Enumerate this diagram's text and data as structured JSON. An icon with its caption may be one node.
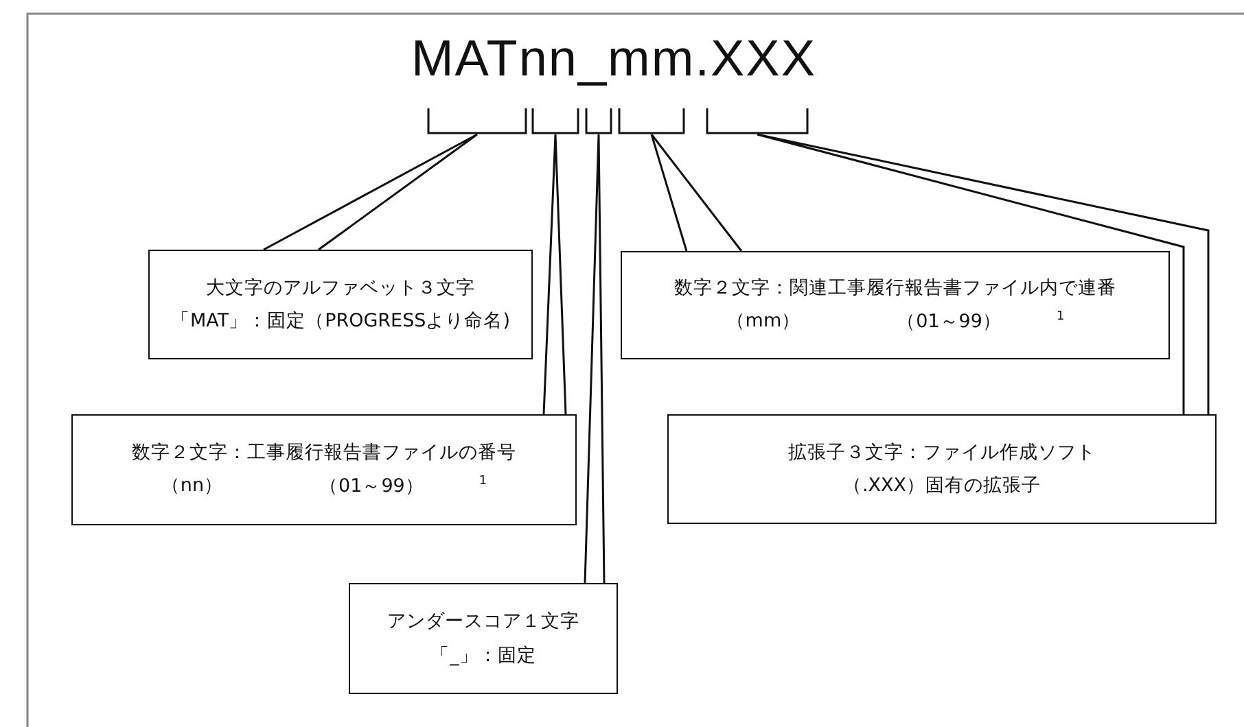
{
  "diagram": {
    "title": "MATnn_mm.XXX",
    "nodes": [
      {
        "text": [],
        "shape": "bracket"
      },
      {
        "text": [],
        "shape": "bracket"
      },
      {
        "text": [],
        "shape": "bracket"
      },
      {
        "text": [],
        "shape": "bracket"
      },
      {
        "text": [],
        "shape": "bracket"
      },
      {
        "text": [
          "大文字のアルファベット３文字",
          "「MAT」：固定（PROGRESSより命名)"
        ]
      },
      {
        "text": [
          "数字２文字：関連工事履行報告書ファイル内で連番",
          "（mm）",
          "（01～99）$^{1}$"
        ]
      },
      {
        "text": [
          "数字２文字：工事履行報告書ファイルの番号",
          "（nn）",
          "（01～99）$^{1}$"
        ]
      },
      {
        "text": [
          "拡張子３文字：ファイル作成ソフト",
          "（.XXX）固有の拡張子"
        ]
      },
      {
        "text": [
          "アンダースコア１文字",
          "「_」：固定"
        ]
      }
    ],
    "edges": [
      {
        "from": 5,
        "to": 0,
        "arrow": "none"
      },
      {
        "from": 7,
        "to": 1,
        "arrow": "none"
      },
      {
        "from": 9,
        "to": 2,
        "arrow": "none"
      },
      {
        "from": 6,
        "to": 3,
        "arrow": "none"
      },
      {
        "from": 8,
        "to": 4,
        "arrow": "none"
      }
    ]
  }
}
